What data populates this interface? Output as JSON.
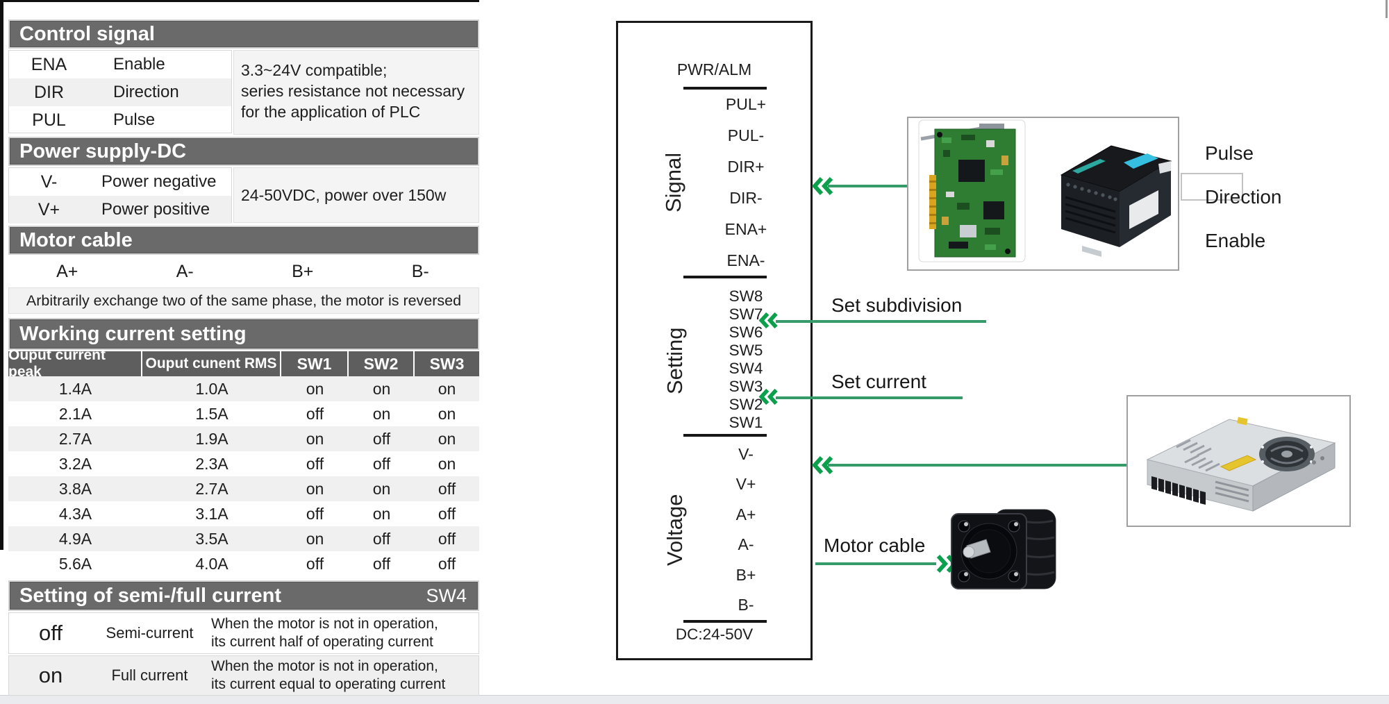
{
  "left_panel": {
    "control_signal": {
      "title": "Control signal",
      "rows": [
        {
          "code": "ENA",
          "label": "Enable"
        },
        {
          "code": "DIR",
          "label": "Direction"
        },
        {
          "code": "PUL",
          "label": "Pulse"
        }
      ],
      "note_lines": [
        "3.3~24V compatible;",
        "series resistance not necessary",
        "for the application of PLC"
      ]
    },
    "power_supply": {
      "title": "Power supply-DC",
      "rows": [
        {
          "code": "V-",
          "label": "Power negative"
        },
        {
          "code": "V+",
          "label": "Power positive"
        }
      ],
      "note": "24-50VDC, power over 150w"
    },
    "motor_cable": {
      "title": "Motor cable",
      "terminals": [
        "A+",
        "A-",
        "B+",
        "B-"
      ],
      "note": "Arbitrarily exchange two of the same phase, the motor is reversed"
    },
    "working_current": {
      "title": "Working current setting",
      "columns": [
        "Ouput current peak",
        "Ouput cunent RMS",
        "SW1",
        "SW2",
        "SW3"
      ],
      "rows": [
        [
          "1.4A",
          "1.0A",
          "on",
          "on",
          "on"
        ],
        [
          "2.1A",
          "1.5A",
          "off",
          "on",
          "on"
        ],
        [
          "2.7A",
          "1.9A",
          "on",
          "off",
          "on"
        ],
        [
          "3.2A",
          "2.3A",
          "off",
          "off",
          "on"
        ],
        [
          "3.8A",
          "2.7A",
          "on",
          "on",
          "off"
        ],
        [
          "4.3A",
          "3.1A",
          "off",
          "on",
          "off"
        ],
        [
          "4.9A",
          "3.5A",
          "on",
          "off",
          "off"
        ],
        [
          "5.6A",
          "4.0A",
          "off",
          "off",
          "off"
        ]
      ]
    },
    "semi_full": {
      "title": "Setting of semi-/full current",
      "switch": "SW4",
      "rows": [
        {
          "state": "off",
          "mode": "Semi-current",
          "desc_lines": [
            "When the motor is not in operation,",
            "its current half of operating current"
          ]
        },
        {
          "state": "on",
          "mode": "Full current",
          "desc_lines": [
            "When the motor is not in operation,",
            "its current equal to operating current"
          ]
        }
      ]
    }
  },
  "diagram": {
    "driver": {
      "led_label": "PWR/ALM",
      "signal": {
        "group": "Signal",
        "pins": [
          "PUL+",
          "PUL-",
          "DIR+",
          "DIR-",
          "ENA+",
          "ENA-"
        ]
      },
      "setting": {
        "group": "Setting",
        "pins": [
          "SW8",
          "SW7",
          "SW6",
          "SW5",
          "SW4",
          "SW3",
          "SW2",
          "SW1"
        ]
      },
      "voltage": {
        "group": "Voltage",
        "pins": [
          "V-",
          "V+",
          "A+",
          "A-",
          "B+",
          "B-"
        ]
      },
      "supply_label": "DC:24-50V"
    },
    "annotations": {
      "set_subdivision": "Set subdivision",
      "set_current": "Set current",
      "motor_cable": "Motor cable"
    },
    "controller_labels": [
      "Pulse",
      "Direction",
      "Enable"
    ],
    "colors": {
      "arrow_line_green": "#359b68",
      "chevron_green": "#0ca04d",
      "header_gray": "#6a6a6a"
    }
  }
}
